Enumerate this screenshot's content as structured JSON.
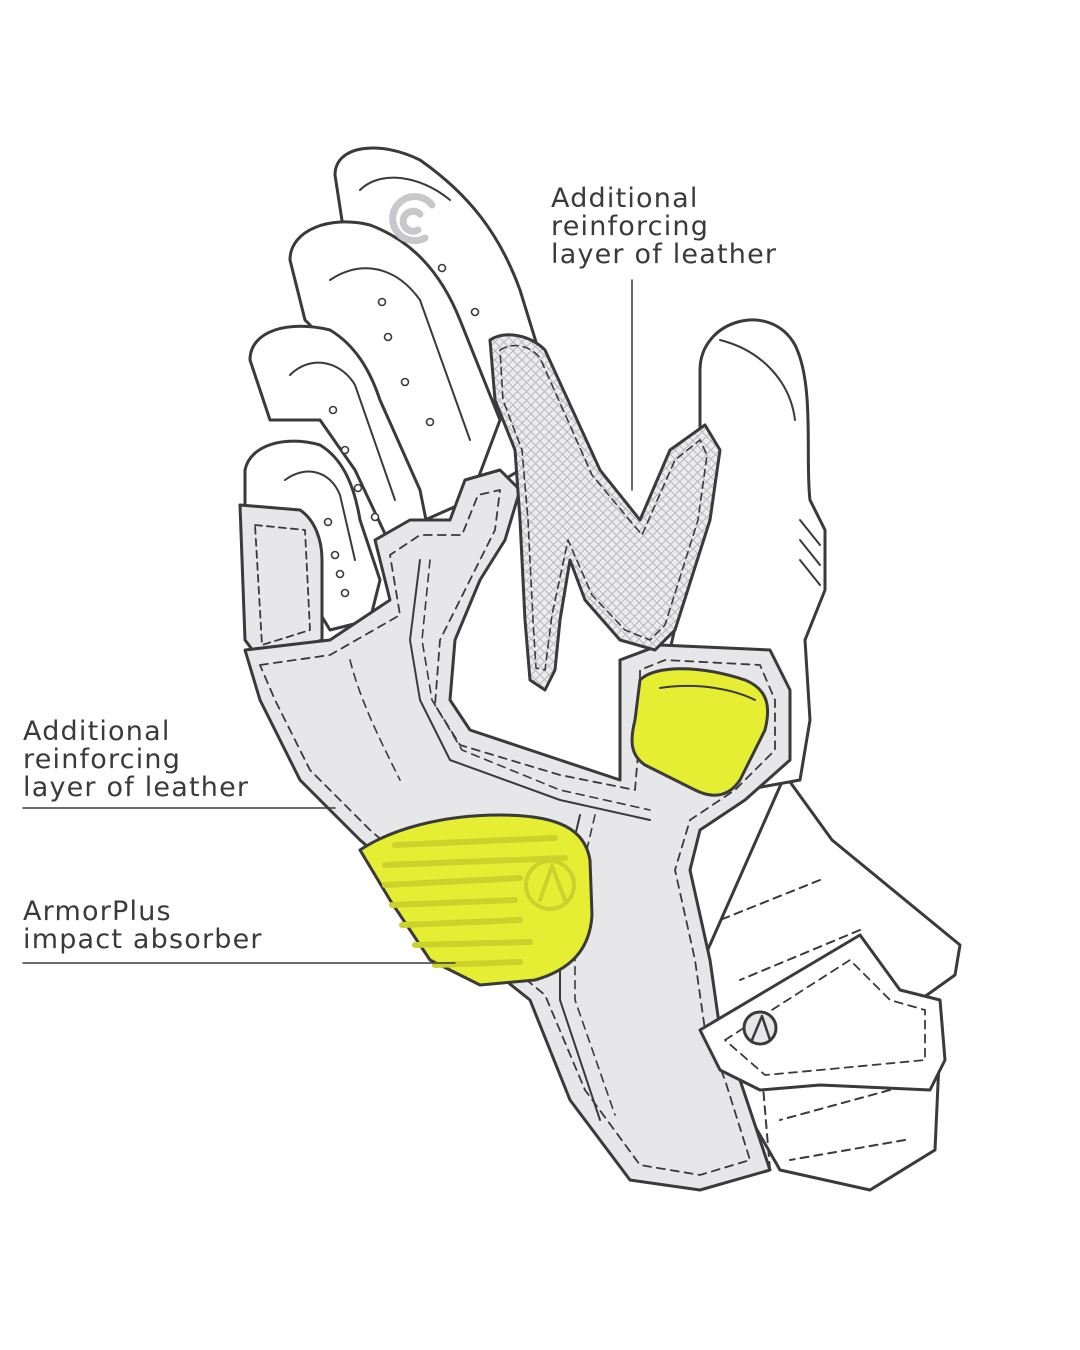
{
  "annotations": {
    "top_reinforcement": {
      "lines": [
        "Additional",
        "reinforcing",
        "layer of leather"
      ]
    },
    "side_reinforcement": {
      "lines": [
        "Additional",
        "reinforcing",
        "layer of leather"
      ]
    },
    "armor": {
      "lines": [
        "ArmorPlus",
        "impact absorber"
      ]
    }
  },
  "colors": {
    "outline": "#3a3a3a",
    "leather_grey": "#e7e7e9",
    "glove_white": "#ffffff",
    "armor_yellow": "#e6ee34",
    "mesh_grey": "#d6d6d9",
    "label_text": "#3a3a3a"
  },
  "icons": [
    "c-logo-icon",
    "rebelhorn-logo-icon"
  ]
}
